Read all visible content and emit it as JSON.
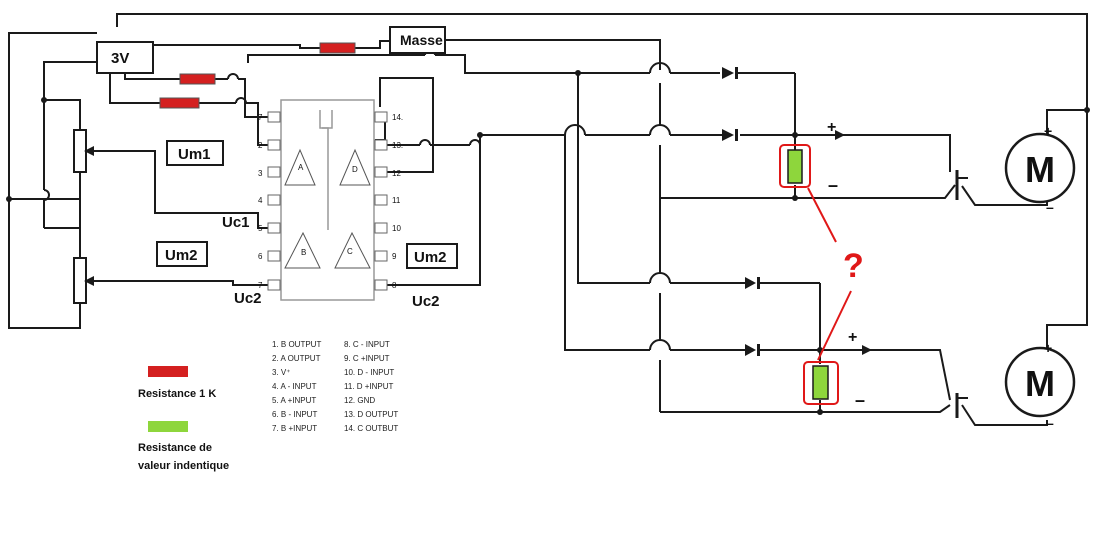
{
  "labels": {
    "supply": "3V",
    "ground": "Masse",
    "um1": "Um1",
    "um2_left": "Um2",
    "um2_right": "Um2",
    "uc1": "Uc1",
    "uc2_left": "Uc2",
    "uc2_right": "Uc2",
    "question": "?",
    "motor_top": "M",
    "motor_bottom": "M",
    "plus": "+",
    "minus": "–"
  },
  "chip": {
    "left_pins": [
      "7",
      "2",
      "3",
      "4",
      "5",
      "6",
      "7"
    ],
    "right_pins": [
      "14.",
      "13.",
      "12",
      "11",
      "10",
      "9",
      "8"
    ],
    "opamp_letters": [
      "A",
      "D",
      "B",
      "C"
    ]
  },
  "pinout": {
    "left_column": [
      "1. B OUTPUT",
      "2. A OUTPUT",
      "3. V⁺",
      "4. A - INPUT",
      "5. A +INPUT",
      "6. B - INPUT",
      "7. B +INPUT"
    ],
    "right_column": [
      "8. C - INPUT",
      "9. C +INPUT",
      "10. D - INPUT",
      "11. D +INPUT",
      "12. GND",
      "13. D OUTPUT",
      "14. C OUTBUT"
    ]
  },
  "legend": {
    "red_label": "Resistance 1 K",
    "green_label_line1": "Resistance de",
    "green_label_line2": "valeur indentique"
  },
  "colors": {
    "resistor_1k": "#d42020",
    "resistor_identical": "#8ed63c",
    "highlight": "#e01818",
    "wire": "#1a1a1a"
  }
}
